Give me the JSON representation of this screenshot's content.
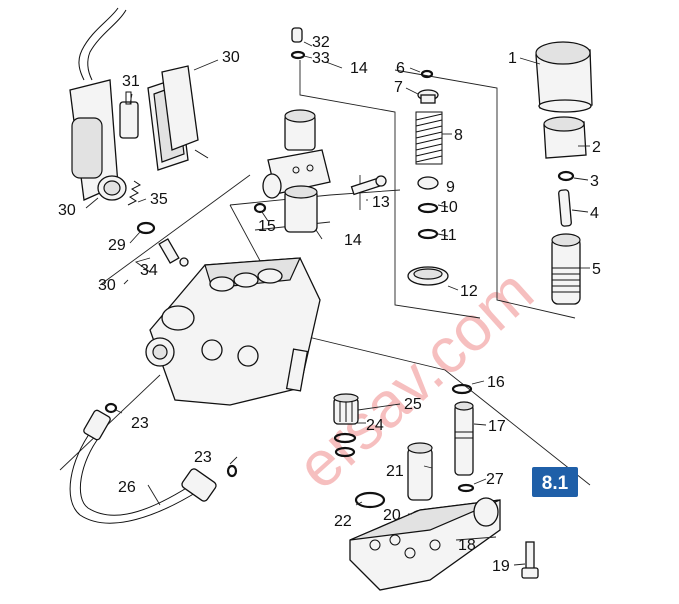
{
  "section_badge": "8.1",
  "watermark": "ersav.com",
  "callouts": {
    "c1": "1",
    "c2": "2",
    "c3": "3",
    "c4": "4",
    "c5": "5",
    "c6": "6",
    "c7": "7",
    "c8": "8",
    "c9": "9",
    "c10": "10",
    "c11": "11",
    "c12": "12",
    "c13": "13",
    "c14a": "14",
    "c14b": "14",
    "c15": "15",
    "c16": "16",
    "c17": "17",
    "c18": "18",
    "c19": "19",
    "c20": "20",
    "c21": "21",
    "c22": "22",
    "c23a": "23",
    "c23b": "23",
    "c24": "24",
    "c25": "25",
    "c26": "26",
    "c27": "27",
    "c29": "29",
    "c30a": "30",
    "c30b": "30",
    "c30c": "30",
    "c31": "31",
    "c32": "32",
    "c33": "33",
    "c34": "34",
    "c35": "35"
  }
}
